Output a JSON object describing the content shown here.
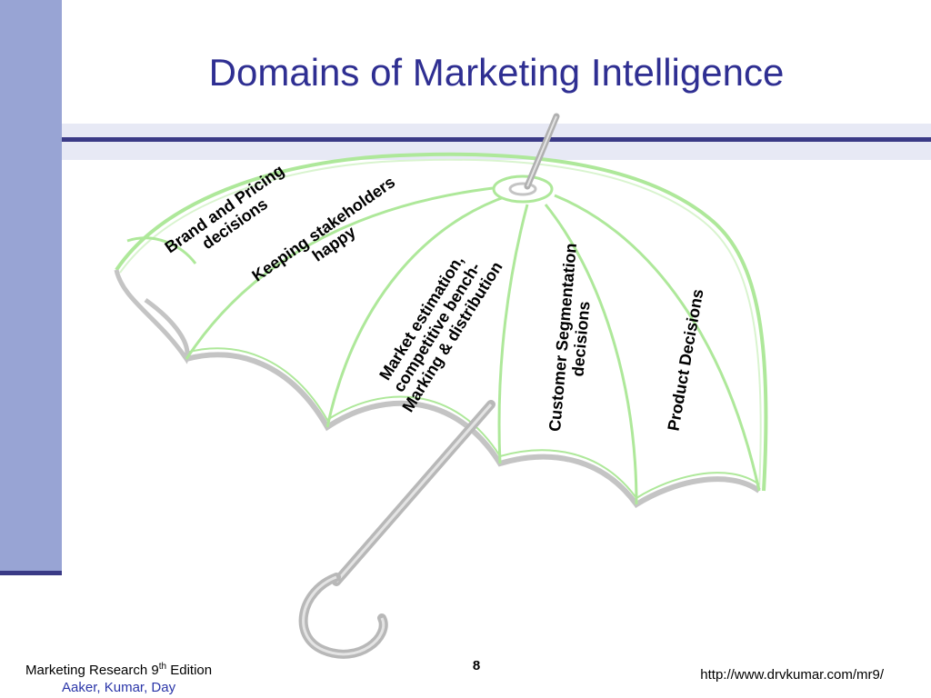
{
  "slide": {
    "title": "Domains of Marketing Intelligence"
  },
  "umbrella": {
    "labels": [
      "Brand and Pricing\ndecisions",
      "Keeping stakeholders\nhappy",
      "Market estimation,\ncompetitive bench-\nMarking & distribution",
      "Customer Segmentation\ndecisions",
      "Product Decisions"
    ]
  },
  "footer": {
    "book": "Marketing Research 9",
    "book_sup": "th",
    "book_suffix": " Edition",
    "authors": "Aaker, Kumar, Day",
    "page": "8",
    "url": "http://www.drvkumar.com/mr9/"
  },
  "colors": {
    "accent_bar": "#98a4d4",
    "rule": "#3a3a86",
    "title": "#2f2f92",
    "canopy_stroke": "#aee89a",
    "shaft": "#b8b8b8"
  }
}
